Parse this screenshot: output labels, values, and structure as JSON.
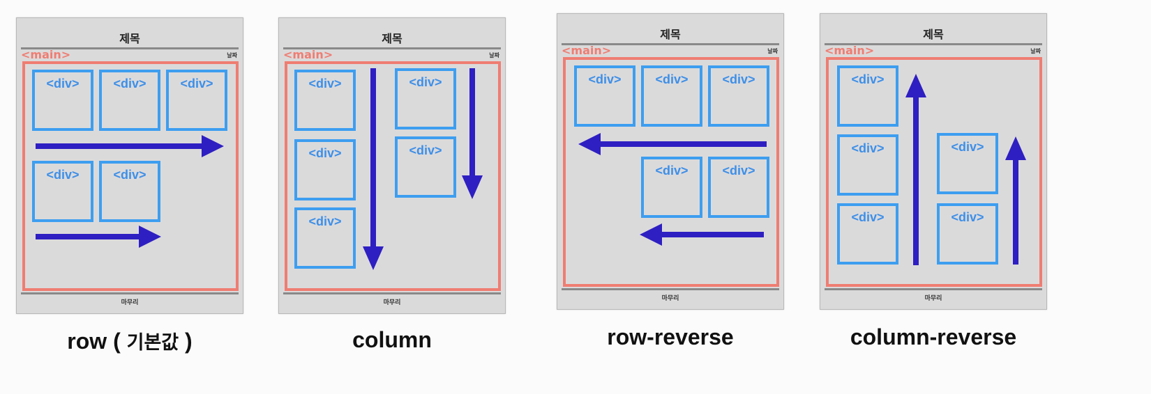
{
  "panel_labels": {
    "title": "제목",
    "main_tag": "<main>",
    "date": "날짜",
    "footer": "마무리",
    "div_tag": "<div>"
  },
  "captions": {
    "row_main": "row (",
    "row_korean": "기본값",
    "row_close": ")",
    "column": "column",
    "row_reverse": "row-reverse",
    "column_reverse": "column-reverse"
  },
  "colors": {
    "panel_bg": "#dbdadb",
    "main_border": "#ef7d72",
    "div_border": "#3d9ef0",
    "arrow": "#2e1fc2"
  },
  "diagrams": [
    {
      "id": "row",
      "div_count": 5,
      "arrow_directions": [
        "right",
        "right"
      ]
    },
    {
      "id": "column",
      "div_count": 5,
      "arrow_directions": [
        "down",
        "down"
      ]
    },
    {
      "id": "row-reverse",
      "div_count": 5,
      "arrow_directions": [
        "left",
        "left"
      ]
    },
    {
      "id": "column-reverse",
      "div_count": 5,
      "arrow_directions": [
        "up",
        "up"
      ]
    }
  ]
}
